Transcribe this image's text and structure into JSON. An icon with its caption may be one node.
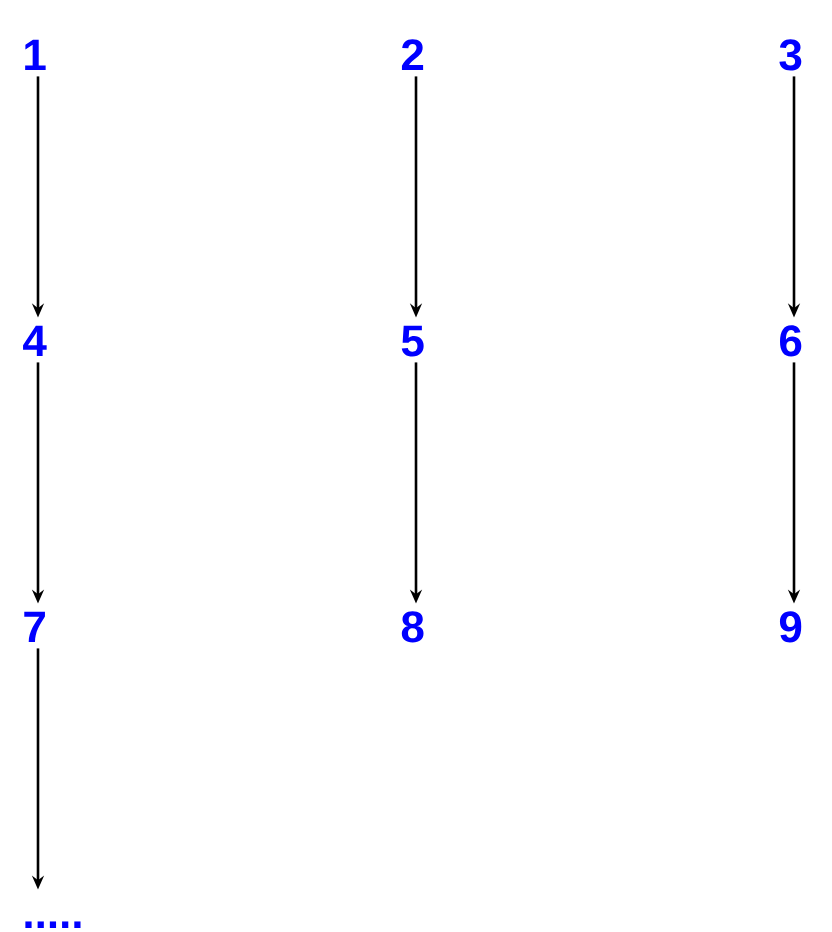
{
  "diagram": {
    "nodes": [
      {
        "text": [
          "1"
        ]
      },
      {
        "text": [
          "2"
        ]
      },
      {
        "text": [
          "3"
        ]
      },
      {
        "text": [
          "4"
        ]
      },
      {
        "text": [
          "5"
        ]
      },
      {
        "text": [
          "6"
        ]
      },
      {
        "text": [
          "7"
        ]
      },
      {
        "text": [
          "8"
        ]
      },
      {
        "text": [
          "9"
        ]
      },
      {
        "text": [
          "....."
        ]
      }
    ],
    "edges": [
      {
        "from": 0,
        "to": 3,
        "arrow": "to"
      },
      {
        "from": 1,
        "to": 4,
        "arrow": "to"
      },
      {
        "from": 2,
        "to": 5,
        "arrow": "to"
      },
      {
        "from": 3,
        "to": 6,
        "arrow": "to"
      },
      {
        "from": 4,
        "to": 7,
        "arrow": "to"
      },
      {
        "from": 5,
        "to": 8,
        "arrow": "to"
      },
      {
        "from": 6,
        "to": 9,
        "arrow": "to"
      }
    ]
  }
}
